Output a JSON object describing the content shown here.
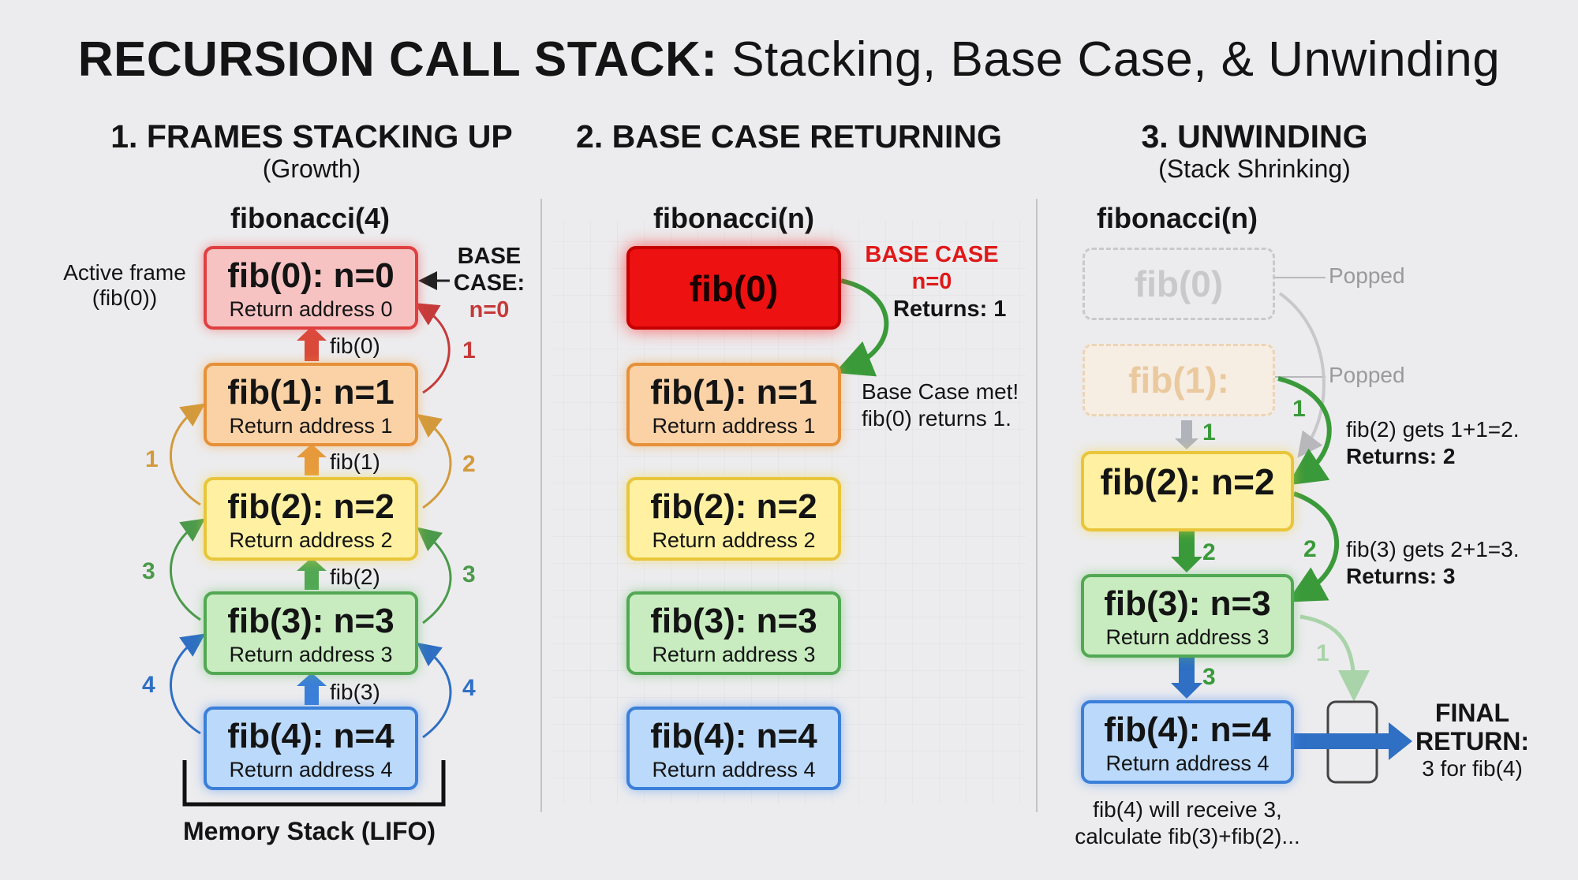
{
  "title": {
    "bold": "RECURSION CALL STACK:",
    "rest": "Stacking, Base Case, & Unwinding"
  },
  "sections": [
    {
      "title": "1. FRAMES STACKING UP",
      "subtitle": "(Growth)",
      "function_label": "fibonacci(4)"
    },
    {
      "title": "2. BASE CASE RETURNING",
      "subtitle": "",
      "function_label": "fibonacci(n)"
    },
    {
      "title": "3. UNWINDING",
      "subtitle": "(Stack Shrinking)",
      "function_label": "fibonacci(n)"
    }
  ],
  "panel1": {
    "frames": [
      {
        "title": "fib(0): n=0",
        "address": "Return address 0"
      },
      {
        "title": "fib(1): n=1",
        "address": "Return address 1"
      },
      {
        "title": "fib(2): n=2",
        "address": "Return address 2"
      },
      {
        "title": "fib(3): n=3",
        "address": "Return address 3"
      },
      {
        "title": "fib(4): n=4",
        "address": "Return address 4"
      }
    ],
    "call_labels": [
      "fib(0)",
      "fib(1)",
      "fib(2)",
      "fib(3)"
    ],
    "active_frame": [
      "Active frame",
      "(fib(0))"
    ],
    "base_case": [
      "BASE",
      "CASE:",
      "n=0"
    ],
    "right_numbers": [
      "1",
      "2",
      "3",
      "4"
    ],
    "left_numbers": [
      "1",
      "3",
      "4"
    ],
    "stack_label": "Memory Stack (LIFO)"
  },
  "panel2": {
    "frames": [
      {
        "title": "fib(0)",
        "address": ""
      },
      {
        "title": "fib(1): n=1",
        "address": "Return address 1"
      },
      {
        "title": "fib(2): n=2",
        "address": "Return address 2"
      },
      {
        "title": "fib(3): n=3",
        "address": "Return address 3"
      },
      {
        "title": "fib(4): n=4",
        "address": "Return address 4"
      }
    ],
    "base_case": [
      "BASE CASE",
      "n=0"
    ],
    "returns": "Returns: 1",
    "note": [
      "Base Case met!",
      "fib(0) returns 1."
    ]
  },
  "panel3": {
    "ghost_frames": [
      "fib(0)",
      "fib(1):"
    ],
    "popped": [
      "Popped",
      "Popped"
    ],
    "frames": [
      {
        "title": "fib(2): n=2",
        "address": ""
      },
      {
        "title": "fib(3): n=3",
        "address": "Return address 3"
      },
      {
        "title": "fib(4): n=4",
        "address": "Return address 4"
      }
    ],
    "down_numbers": [
      "1",
      "2",
      "3"
    ],
    "side_numbers": [
      "1",
      "2",
      "1"
    ],
    "note_fib2": [
      "fib(2) gets 1+1=2.",
      "Returns: 2"
    ],
    "note_fib3": [
      "fib(3) gets 2+1=3.",
      "Returns: 3"
    ],
    "final": [
      "FINAL",
      "RETURN:",
      "3 for fib(4)"
    ],
    "bottom_note": [
      "fib(4) will receive 3,",
      "calculate fib(3)+fib(2)..."
    ]
  },
  "colors": {
    "red": "#e04040",
    "orange": "#e6913a",
    "yellow": "#e8c53b",
    "green": "#52a853",
    "blue": "#3b7fd9",
    "base_red": "#e01818",
    "arrow_dark_green": "#3a9a3a",
    "arrow_blue": "#2f6fc4"
  }
}
